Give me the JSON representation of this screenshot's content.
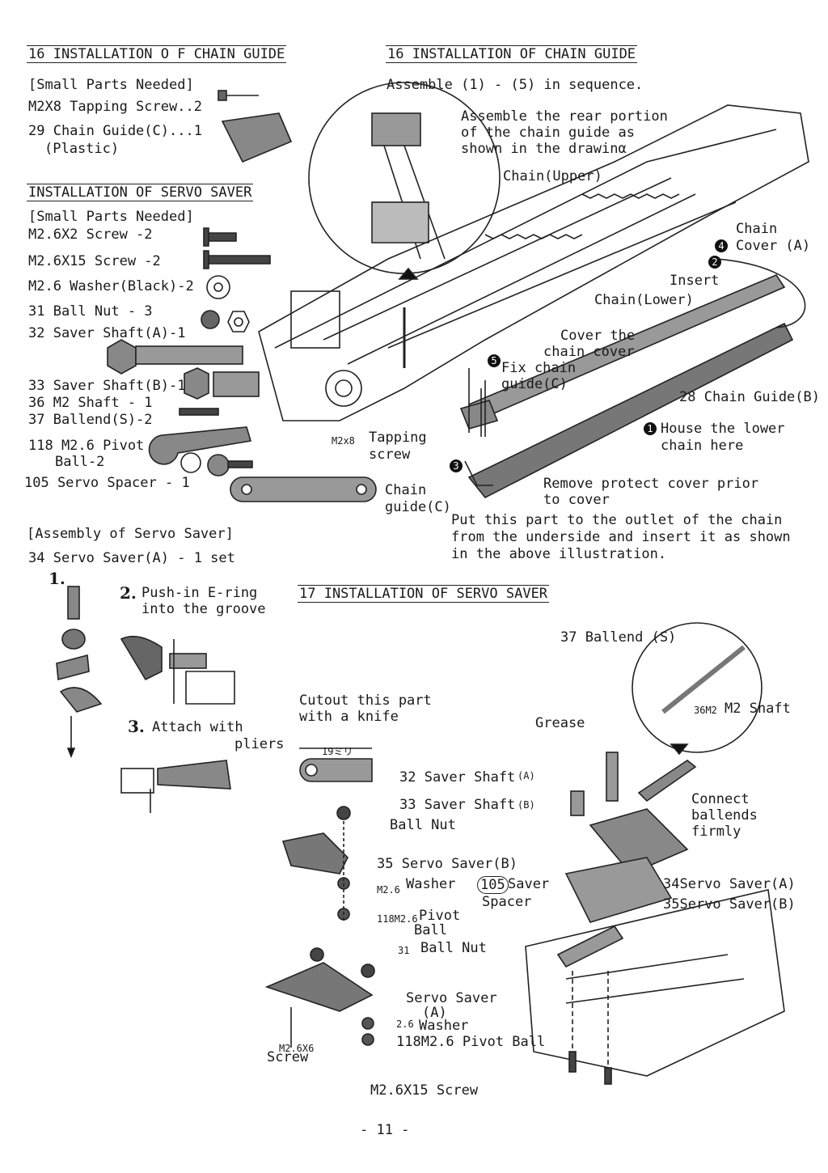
{
  "left": {
    "chain_guide_heading": "16 INSTALLATION O F CHAIN GUIDE",
    "small_parts_1": "[Small Parts Needed]",
    "tapping_screw": "M2X8 Tapping Screw..2",
    "chain_guide_c": "29 Chain Guide(C)...1",
    "plastic": "(Plastic)",
    "servo_heading": "INSTALLATION OF SERVO SAVER",
    "small_parts_2": "[Small Parts Needed]",
    "parts": [
      "M2.6X2 Screw -2",
      "M2.6X15 Screw -2",
      "M2.6 Washer(Black)-2",
      "31 Ball Nut - 3",
      "32 Saver Shaft(A)-1",
      "33 Saver Shaft(B)-1",
      "36 M2 Shaft - 1",
      "37 Ballend(S)-2",
      "118 M2.6 Pivot",
      "Ball-2",
      "105 Servo Spacer - 1"
    ],
    "assembly_heading": "[Assembly of Servo Saver]",
    "servo_saver_a": "34 Servo Saver(A) - 1 set",
    "step1_num": "1.",
    "step2_num": "2.",
    "step2_line1": "Push-in E-ring",
    "step2_line2": "into the groove",
    "step3_num": "3.",
    "step3_line1": "Attach with",
    "step3_line2": "pliers"
  },
  "right": {
    "chain_guide_heading": "16 INSTALLATION OF CHAIN GUIDE",
    "assemble": "Assemble (1) - (5) in sequence.",
    "rear1": "Assemble the rear portion",
    "rear2": "of the chain guide as",
    "rear3": "shown in the drawinα",
    "chain_upper": "Chain(Upper)",
    "chain_cover_1": "Chain",
    "chain_cover_2": "Cover (A)",
    "insert": "Insert",
    "chain_lower": "Chain(Lower)",
    "cover_1": "Cover the",
    "cover_2": "chain cover",
    "fix_1": "Fix chain",
    "fix_2": "guide(C)",
    "chain_guide_b": "28 Chain Guide(B)",
    "house_1": "House the lower",
    "house_2": "chain here",
    "m2x8": "M2x8",
    "tapping_1": "Tapping",
    "tapping_2": "screw",
    "remove_1": "Remove protect cover prior",
    "remove_2": "to cover",
    "guide_c_1": "Chain",
    "guide_c_2": "guide(C)",
    "put_1": "Put this part to the outlet of the chain",
    "put_2": "from the underside and insert it as shown",
    "put_3": "in the above illustration.",
    "step_1": "1",
    "step_2": "2",
    "step_3": "3",
    "step_4": "4",
    "step_5": "5"
  },
  "servo": {
    "heading": "17 INSTALLATION OF SERVO SAVER",
    "ballend": "37 Ballend (S)",
    "m2_shaft_num": "36M2",
    "m2_shaft": "M2 Shaft",
    "grease": "Grease",
    "cutout_1": "Cutout this part",
    "cutout_2": "with a knife",
    "mm19": "19ミリ",
    "saver_shaft_a": "32 Saver Shaft",
    "a_sup": "(A)",
    "saver_shaft_b": "33 Saver Shaft",
    "b_sup": "(B)",
    "ball_nut": "Ball Nut",
    "connect_1": "Connect",
    "connect_2": "ballends",
    "connect_3": "firmly",
    "servo_saver_b_top": "35 Servo Saver(B)",
    "m26": "M2.6",
    "washer": "Washer",
    "spacer_num": "105",
    "saver_word": "Saver",
    "spacer_word": "Spacer",
    "servo_saver_a_r": "34Servo Saver(A)",
    "servo_saver_b_r": "35Servo Saver(B)",
    "pivot_num": "118M2.6",
    "pivot": "Pivot",
    "ball": "Ball",
    "n31": "31",
    "ball_nut2": "Ball Nut",
    "servo_saver_a_bot_1": "Servo Saver",
    "servo_saver_a_bot_2": "(A)",
    "washer_num": "2.6",
    "washer2": "Washer",
    "pivot_ball2": "118M2.6 Pivot Ball",
    "m26x6": "M2.6X6",
    "screw": "Screw",
    "m26x15": "M2.6X15 Screw",
    "page": "- 11 -"
  }
}
